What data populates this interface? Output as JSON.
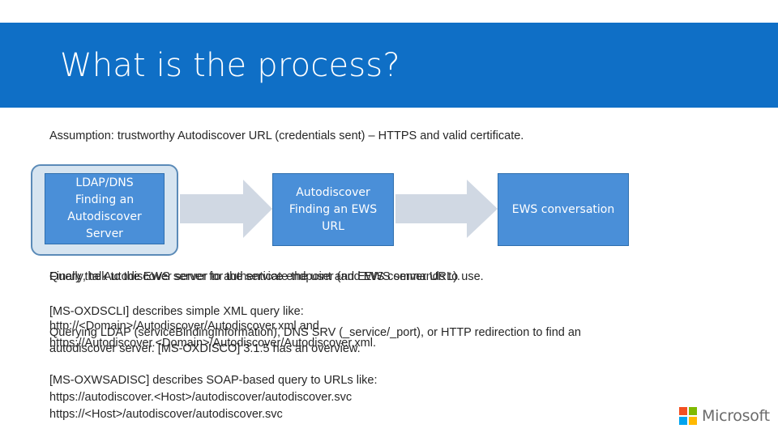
{
  "slide": {
    "title": "What is the process?",
    "assumption": "Assumption: trustworthy Autodiscover URL (credentials sent) – HTTPS and valid certificate."
  },
  "steps": [
    {
      "lines": [
        "LDAP/DNS",
        "Finding an",
        "Autodiscover",
        "Server"
      ]
    },
    {
      "lines": [
        "Autodiscover",
        "Finding an EWS",
        "URL"
      ]
    },
    {
      "lines": [
        "EWS conversation"
      ]
    }
  ],
  "overlap_text": {
    "a": "Finally, talk to the EWS server for the service endpoint and EWS commands to use.",
    "b": "Query the Autodiscover server to authenticate the user (and EWS server URL)."
  },
  "body": {
    "oxdscli_title": "[MS-OXDSCLI] describes simple XML query like:",
    "oxdscli_url_a": "http://<Domain>/Autodiscover/Autodiscover.xml and",
    "oxdscli_url_b": "https://Autodiscover.<Domain>/Autodiscover/Autodiscover.xml.",
    "ldap_line_a": "Querying LDAP (serviceBindingInformation), DNS SRV (_service/_port), or HTTP redirection to find an",
    "ldap_line_b": "autodiscover server. [MS-OXDISCO] 3.1.5 has an overview.",
    "oxwsadisc_title": "[MS-OXWSADISC] describes SOAP-based query to URLs like:",
    "oxwsadisc_url1": "https://autodiscover.<Host>/autodiscover/autodiscover.svc",
    "oxwsadisc_url2": "https://<Host>/autodiscover/autodiscover.svc"
  },
  "logo": {
    "text": "Microsoft",
    "colors": [
      "#f25022",
      "#7fba00",
      "#00a4ef",
      "#ffb900"
    ]
  },
  "theme": {
    "title_bar": "#0f6fc6",
    "step_fill": "#4a8fd8",
    "arrow_fill": "#d0d8e3",
    "highlight_fill": "#d6e4f0"
  }
}
